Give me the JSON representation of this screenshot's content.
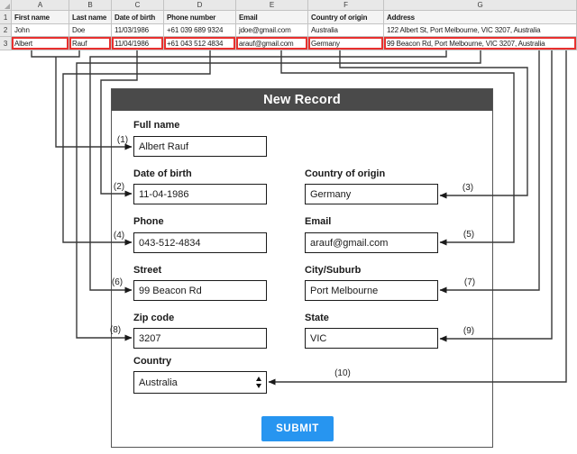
{
  "spreadsheet": {
    "column_letters": [
      "A",
      "B",
      "C",
      "D",
      "E",
      "F",
      "G"
    ],
    "rows": [
      {
        "num": "1",
        "cells": [
          "First name",
          "Last name",
          "Date of birth",
          "Phone number",
          "Email",
          "Country of origin",
          "Address"
        ]
      },
      {
        "num": "2",
        "cells": [
          "John",
          "Doe",
          "11/03/1986",
          "+61 039 689 9324",
          "jdoe@gmail.com",
          "Australia",
          "122 Albert St, Port Melbourne, VIC 3207, Australia"
        ]
      },
      {
        "num": "3",
        "cells": [
          "Albert",
          "Rauf",
          "11/04/1986",
          "+61 043 512 4834",
          "arauf@gmail.com",
          "Germany",
          "99 Beacon Rd, Port Melbourne, VIC 3207, Australia"
        ]
      }
    ]
  },
  "form": {
    "title": "New Record",
    "fields": [
      {
        "label": "Full name",
        "value": "Albert Rauf"
      },
      {
        "label": "Date of birth",
        "value": "11-04-1986"
      },
      {
        "label": "Country of origin",
        "value": "Germany"
      },
      {
        "label": "Phone",
        "value": "043-512-4834"
      },
      {
        "label": "Email",
        "value": "arauf@gmail.com"
      },
      {
        "label": "Street",
        "value": "99 Beacon Rd"
      },
      {
        "label": "City/Suburb",
        "value": "Port Melbourne"
      },
      {
        "label": "Zip code",
        "value": "3207"
      },
      {
        "label": "State",
        "value": "VIC"
      },
      {
        "label": "Country",
        "value": "Australia"
      }
    ],
    "submit_label": "SUBMIT"
  },
  "connectors": {
    "labels": [
      "(1)",
      "(2)",
      "(3)",
      "(4)",
      "(5)",
      "(6)",
      "(7)",
      "(8)",
      "(9)",
      "(10)"
    ]
  },
  "colors": {
    "highlight": "#e8302e",
    "header_bar": "#4a4a4a",
    "submit": "#2795f0",
    "line": "#383838"
  }
}
